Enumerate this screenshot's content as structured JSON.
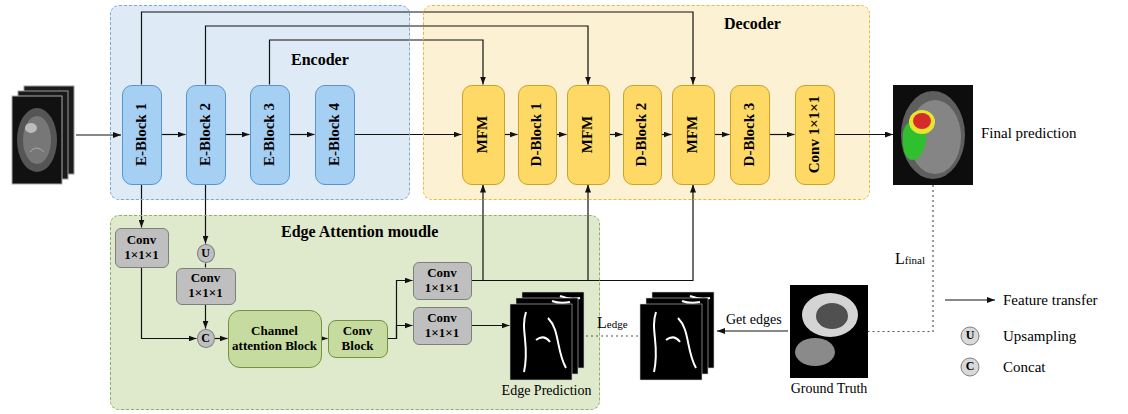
{
  "diagram": {
    "nodes": [
      {
        "text": [
          "Encoder"
        ]
      },
      {
        "text": [
          "E-Block 1"
        ],
        "in": 0
      },
      {
        "text": [
          "E-Block 2"
        ],
        "in": 0
      },
      {
        "text": [
          "E-Block 3"
        ],
        "in": 0
      },
      {
        "text": [
          "E-Block 4"
        ],
        "in": 0
      },
      {
        "text": [
          "Decoder"
        ]
      },
      {
        "text": [
          "MFM"
        ],
        "in": 5
      },
      {
        "text": [
          "D-Block 1"
        ],
        "in": 5
      },
      {
        "text": [
          "MFM"
        ],
        "in": 5
      },
      {
        "text": [
          "D-Block 2"
        ],
        "in": 5
      },
      {
        "text": [
          "MFM"
        ],
        "in": 5
      },
      {
        "text": [
          "D-Block 3"
        ],
        "in": 5
      },
      {
        "text": [
          "Conv 1×1×1"
        ],
        "in": 5
      },
      {
        "text": [
          "Final prediction"
        ]
      },
      {
        "text": [
          "Edge Attention moudle"
        ]
      },
      {
        "text": [
          "Conv 1×1×1"
        ],
        "in": 14
      },
      {
        "text": [
          "U"
        ],
        "in": 14
      },
      {
        "text": [
          "Conv 1×1×1"
        ],
        "in": 14
      },
      {
        "text": [
          "C"
        ],
        "in": 14
      },
      {
        "text": [
          "Channel attention Block"
        ],
        "in": 14
      },
      {
        "text": [
          "Conv Block"
        ],
        "in": 14
      },
      {
        "text": [
          "Conv 1×1×1"
        ],
        "in": 14
      },
      {
        "text": [
          "Conv 1×1×1"
        ],
        "in": 14
      },
      {
        "text": [
          "Edge Prediction"
        ],
        "in": 14
      },
      {
        "text": [
          "Ground Truth"
        ]
      }
    ],
    "edges": [
      {
        "from": 1,
        "to": 2,
        "arrow": "to"
      },
      {
        "from": 2,
        "to": 3,
        "arrow": "to"
      },
      {
        "from": 3,
        "to": 4,
        "arrow": "to"
      },
      {
        "from": 4,
        "to": 6,
        "arrow": "to"
      },
      {
        "from": 6,
        "to": 7,
        "arrow": "to"
      },
      {
        "from": 7,
        "to": 8,
        "arrow": "to"
      },
      {
        "from": 8,
        "to": 9,
        "arrow": "to"
      },
      {
        "from": 9,
        "to": 10,
        "arrow": "to"
      },
      {
        "from": 10,
        "to": 11,
        "arrow": "to"
      },
      {
        "from": 11,
        "to": 12,
        "arrow": "to"
      },
      {
        "from": 12,
        "to": 13,
        "arrow": "to"
      },
      {
        "from": 1,
        "to": 10,
        "arrow": "to"
      },
      {
        "from": 2,
        "to": 8,
        "arrow": "to"
      },
      {
        "from": 3,
        "to": 6,
        "arrow": "to"
      },
      {
        "from": 1,
        "to": 15,
        "arrow": "to"
      },
      {
        "from": 2,
        "to": 16,
        "arrow": "to"
      },
      {
        "from": 16,
        "to": 17,
        "arrow": "none"
      },
      {
        "from": 15,
        "to": 18,
        "arrow": "to"
      },
      {
        "from": 17,
        "to": 18,
        "arrow": "to"
      },
      {
        "from": 18,
        "to": 19,
        "arrow": "to"
      },
      {
        "from": 19,
        "to": 20,
        "arrow": "to"
      },
      {
        "from": 20,
        "to": 21,
        "arrow": "to"
      },
      {
        "from": 20,
        "to": 22,
        "arrow": "to"
      },
      {
        "from": 21,
        "to": 6,
        "arrow": "to"
      },
      {
        "from": 21,
        "to": 8,
        "arrow": "to"
      },
      {
        "from": 21,
        "to": 10,
        "arrow": "to"
      },
      {
        "from": 22,
        "to": 23,
        "arrow": "to"
      },
      {
        "from": 13,
        "to": 24,
        "label": "Lfinal",
        "arrow": "none"
      }
    ],
    "labels": [
      "Ledge",
      "Get edges",
      "U",
      "C"
    ],
    "legend": [
      {
        "text": "Feature transfer"
      },
      {
        "text": "Upsampling"
      },
      {
        "text": "Concat"
      }
    ]
  }
}
